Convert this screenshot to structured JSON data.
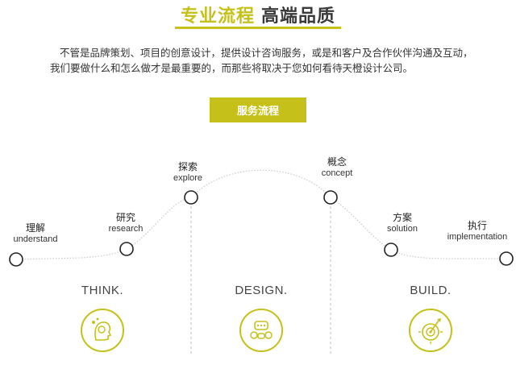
{
  "header": {
    "title_accent": "专业流程",
    "title_main": "高端品质"
  },
  "intro": "不管是品牌策划、项目的创意设计，提供设计咨询服务，或是和客户及合作伙伴沟通及互动，我们要做什么和怎么做才是最重要的，而那些将取决于您如何看待天橙设计公司。",
  "badge": "服务流程",
  "steps": [
    {
      "zh": "理解",
      "en": "understand"
    },
    {
      "zh": "研究",
      "en": "research"
    },
    {
      "zh": "探索",
      "en": "explore"
    },
    {
      "zh": "概念",
      "en": "concept"
    },
    {
      "zh": "方案",
      "en": "solution"
    },
    {
      "zh": "执行",
      "en": "implementation"
    }
  ],
  "phases": [
    {
      "label": "THINK.",
      "icon": "think-head-icon"
    },
    {
      "label": "DESIGN.",
      "icon": "design-chat-icon"
    },
    {
      "label": "BUILD.",
      "icon": "build-target-icon"
    }
  ],
  "colors": {
    "accent": "#c5c11a",
    "text": "#333333",
    "curve": "#c9c9c9"
  }
}
